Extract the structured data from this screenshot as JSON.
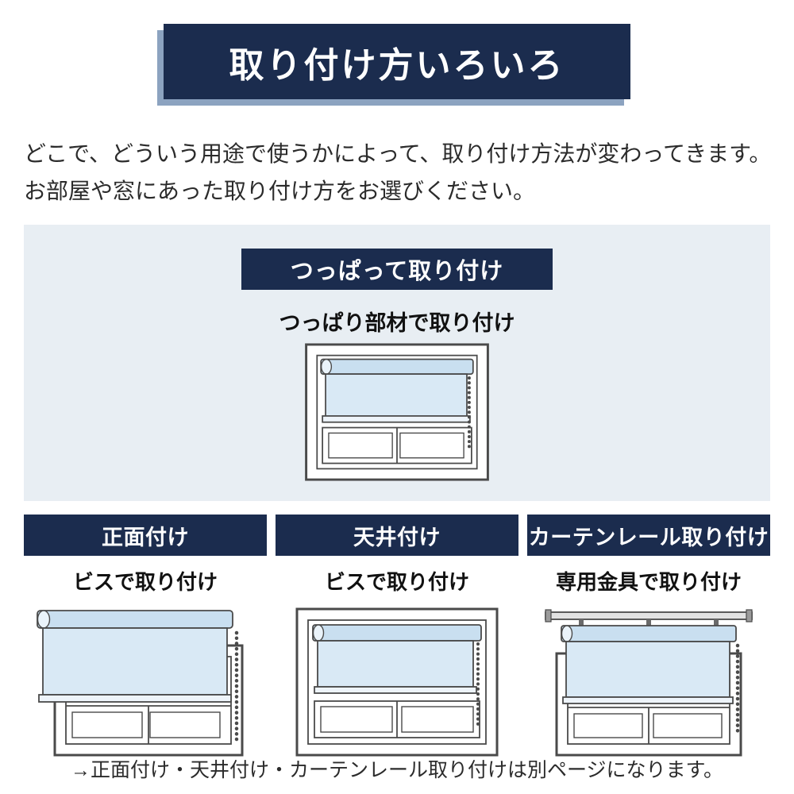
{
  "page": {
    "title": "取り付け方いろいろ",
    "intro_line1": "どこで、どういう用途で使うかによって、取り付け方法が変わってきます。",
    "intro_line2": "お部屋や窓にあった取り付け方をお選びください。",
    "footnote": "→正面付け・天井付け・カーテンレール取り付けは別ページになります。"
  },
  "featured": {
    "banner": "つっぱって取り付け",
    "caption": "つっぱり部材で取り付け",
    "illustration": "tension-mounted-roller-blind-in-window-frame"
  },
  "methods": [
    {
      "banner": "正面付け",
      "caption": "ビスで取り付け",
      "illustration": "front-mounted-roller-blind-over-window"
    },
    {
      "banner": "天井付け",
      "caption": "ビスで取り付け",
      "illustration": "ceiling-mounted-roller-blind-in-window-recess"
    },
    {
      "banner": "カーテンレール取り付け",
      "caption": "専用金具で取り付け",
      "illustration": "curtain-rail-mounted-roller-blind"
    }
  ],
  "colors": {
    "navy": "#1b2c4e",
    "banner_shadow": "#8ca3c0",
    "section_bg": "#e8eef3",
    "blind_fabric": "#d9e9f5",
    "blind_tube": "#c9dff0",
    "outline": "#4a4a4a",
    "text": "#2b2b2b"
  }
}
